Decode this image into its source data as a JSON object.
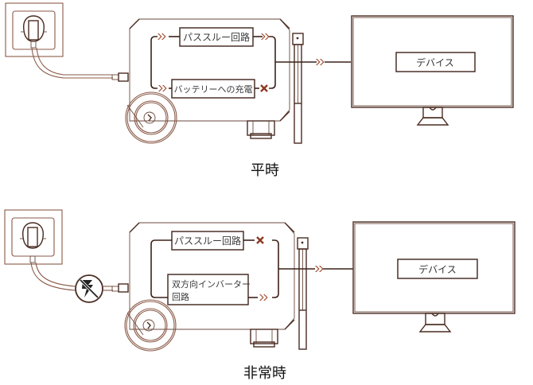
{
  "diagrams": [
    {
      "id": "normal",
      "caption": "平時",
      "upper_circuit": "パススルー回路",
      "lower_circuit": "バッテリーへの充電",
      "upper_path_state": "active",
      "lower_output_state": "blocked",
      "device_label": "デバイス",
      "grid_power": "connected"
    },
    {
      "id": "emergency",
      "caption": "非常時",
      "upper_circuit": "パススルー回路",
      "lower_circuit_line1": "双方向インバーター",
      "lower_circuit_line2": "回路",
      "upper_path_state": "blocked",
      "lower_output_state": "active",
      "device_label": "デバイス",
      "grid_power": "outage"
    }
  ],
  "icons": {
    "wall_outlet": "wall-outlet-icon",
    "power_station": "portable-power-station-icon",
    "flow_arrow": "double-chevron-icon",
    "blocked": "x-mark-icon",
    "power_outage": "no-power-icon",
    "monitor": "monitor-icon"
  },
  "colors": {
    "line": "#3d2219",
    "accent": "#a04a30"
  }
}
